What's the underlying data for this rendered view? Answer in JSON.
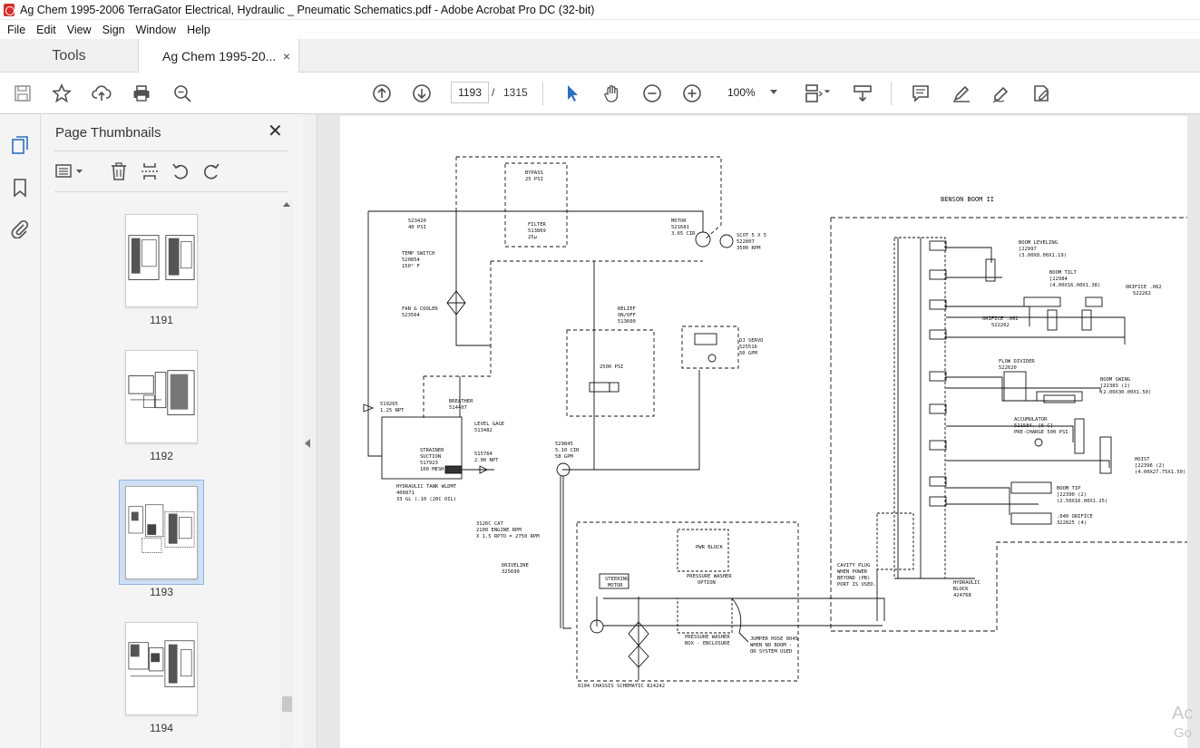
{
  "window": {
    "title": "Ag Chem 1995-2006 TerraGator Electrical, Hydraulic _ Pneumatic Schematics.pdf - Adobe Acrobat Pro DC (32-bit)"
  },
  "menu": {
    "items": [
      "File",
      "Edit",
      "View",
      "Sign",
      "Window",
      "Help"
    ]
  },
  "tabs": {
    "tools_label": "Tools",
    "doc_label": "Ag Chem 1995-20...",
    "close_glyph": "×"
  },
  "toolbar": {
    "current_page": "1193",
    "page_separator": "/",
    "total_pages": "1315",
    "zoom": "100%"
  },
  "thumbnails_panel": {
    "title": "Page Thumbnails",
    "close_glyph": "✕",
    "items": [
      {
        "page": "1191",
        "selected": false
      },
      {
        "page": "1192",
        "selected": false
      },
      {
        "page": "1193",
        "selected": true
      },
      {
        "page": "1194",
        "selected": false
      }
    ]
  },
  "colors": {
    "accent_blue": "#2c6fbf",
    "selected_thumb_bg": "#cfe0f4",
    "icon_gray": "#505050"
  },
  "schematic": {
    "title_benson": "BENSON BOOM II",
    "labels": {
      "bypass": "BYPASS",
      "bypass_psi": "25 PSI",
      "filter": "FILTER",
      "filter_pn": "513869",
      "filter_mic": "25μ",
      "check_pn": "523420",
      "check_psi": "40 PSI",
      "temp_switch": "TEMP SWITCH",
      "temp_pn": "520854",
      "temp_f": "150° F",
      "fan_cooler": "FAN & COOLER",
      "fan_pn": "523564",
      "motor": "MOTOR",
      "motor_pn": "521681",
      "motor_cir": "3.65 CIR",
      "scot": "SCOT 5 X 5",
      "scot_pn": "522807",
      "scot_gpm": "3500 RPM",
      "relief": "RELIEF",
      "relief_onoff": "ON/OFF",
      "relief_pn": "513600",
      "relief_psi": "2500 PSI",
      "dj_servo": "DJ SERVO",
      "dj_pn": "525516",
      "dj_gpm": "50 GPM",
      "breather": "BREATHER",
      "breather_pn": "514407",
      "level_gage": "LEVEL GAGE",
      "level_pn": "513482",
      "valve_pn": "519265",
      "valve_npt": "1.25 NPT",
      "strainer": "STRAINER",
      "suction": "SUCTION",
      "strainer_pn": "517923",
      "strainer_mesh": "100 MESH",
      "valve2_pn": "515764",
      "valve2_npt": "2.00 NPT",
      "tank": "HYDRAULIC TANK WLDMT",
      "tank_pn": "406871",
      "tank_gal": "33 GL (.10 (20C OIL)",
      "pump_pn": "529845",
      "pump_cir": "5.10 CIR",
      "pump_gpm": "58 GPM",
      "cat": "3126C CAT",
      "cat_rpm": "2100 ENGINE RPM",
      "cat_pto": "X 1.5 RPTO = 2750 RPM",
      "driveline": "DRIVELINE",
      "driveline_pn": "325699",
      "pwr_block": "PWR BLOCK",
      "pressure_washer": "PRESSURE WASHER",
      "option": "OPTION",
      "steering_motor": "STEERING",
      "motor2": "MOTOR",
      "washer_box": "PRESSURE WASHER",
      "washer_box2": "BOX - ENCLOSURE",
      "jumper": "JUMPER HOSE 8045",
      "jumper2": "WHEN NO BOOM -",
      "jumper3": "OR SYSTEM USED",
      "chassis": "8104 CHASSIS SCHEMATIC 824242",
      "boom_leveling": "BOOM LEVELING",
      "boom_leveling_pn": "[22997",
      "boom_leveling_dim": "(3.00X8.00X1.19)",
      "boom_tilt": "BOOM TILT",
      "boom_tilt_pn": "[22984",
      "boom_tilt_dim": "(4.00X16.00X1.38)",
      "orifice1": "ORIFICE .062",
      "orifice1_pn": "522262",
      "orifice2": "ORIFICE .062",
      "orifice2_pn": "522262",
      "flow_divider": "FLOW DIVIDER",
      "flow_pn": "522620",
      "boom_swing": "BOOM SWING",
      "boom_swing_pn": "[22383 (2)",
      "boom_swing_dim": "(2.00X30.00X1.50)",
      "accumulator": "ACCUMULATOR",
      "acc_pn": "521584, [6 C]",
      "acc_precharge": "PRE-CHARGE 500 PSI",
      "hoist": "HOIST",
      "hoist_pn": "[22396 (2)",
      "hoist_dim": "(4.00X27.75X1.50)",
      "boom_tip": "BOOM TIP",
      "boom_tip_pn": "[22390 (2)",
      "boom_tip_dim": "(2.50X16.00X1.25)",
      "orifice3": ".040 ORIFICE",
      "orifice3_pn": "322825 (4)",
      "cavity": "CAVITY PLUG",
      "cavity2": "WHEN POWER",
      "cavity3": "BEYOND (PB)",
      "cavity4": "PORT IS USED.",
      "hyd_block": "HYDRAULIC",
      "hyd_block2": "BLOCK",
      "hyd_block_pn": "424768"
    }
  },
  "watermark": {
    "line1": "Ac",
    "line2": "Go"
  }
}
